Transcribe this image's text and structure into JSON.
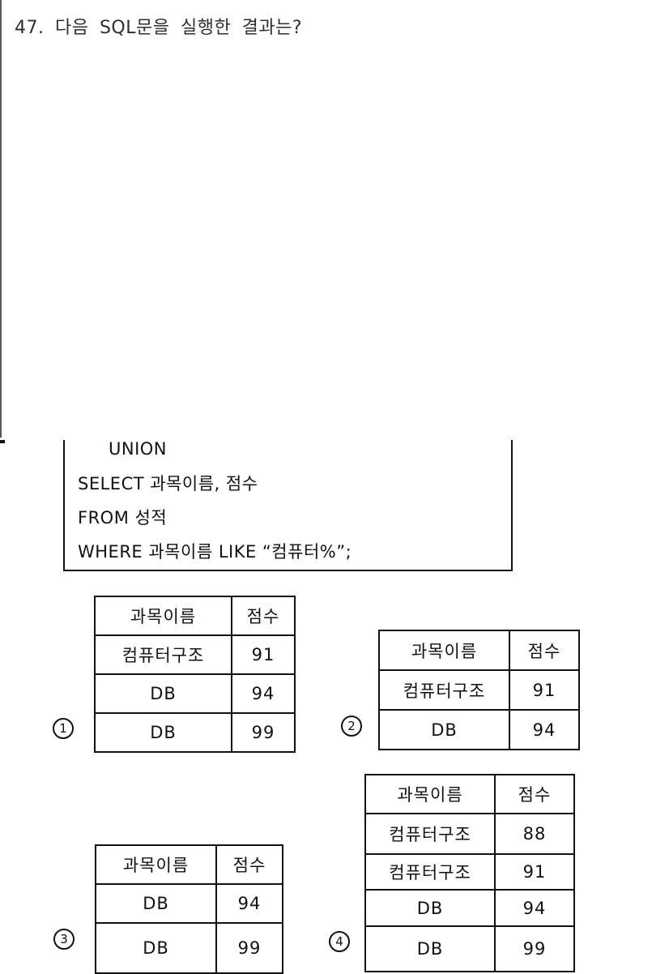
{
  "question": {
    "title": "47. 다음 SQL문을 실행한 결과는?"
  },
  "sql_box": {
    "lines": [
      "UNION",
      "SELECT 과목이름, 점수",
      "FROM 성적",
      "WHERE 과목이름 LIKE “컴퓨터%”;"
    ]
  },
  "options": [
    {
      "marker": "1",
      "table": {
        "headers": [
          "과목이름",
          "점수"
        ],
        "rows": [
          [
            "컴퓨터구조",
            "91"
          ],
          [
            "DB",
            "94"
          ],
          [
            "DB",
            "99"
          ]
        ]
      }
    },
    {
      "marker": "2",
      "table": {
        "headers": [
          "과목이름",
          "점수"
        ],
        "rows": [
          [
            "컴퓨터구조",
            "91"
          ],
          [
            "DB",
            "94"
          ]
        ]
      }
    },
    {
      "marker": "3",
      "table": {
        "headers": [
          "과목이름",
          "점수"
        ],
        "rows": [
          [
            "DB",
            "94"
          ],
          [
            "DB",
            "99"
          ]
        ]
      }
    },
    {
      "marker": "4",
      "table": {
        "headers": [
          "과목이름",
          "점수"
        ],
        "rows": [
          [
            "컴퓨터구조",
            "88"
          ],
          [
            "컴퓨터구조",
            "91"
          ],
          [
            "DB",
            "94"
          ],
          [
            "DB",
            "99"
          ]
        ]
      }
    }
  ]
}
